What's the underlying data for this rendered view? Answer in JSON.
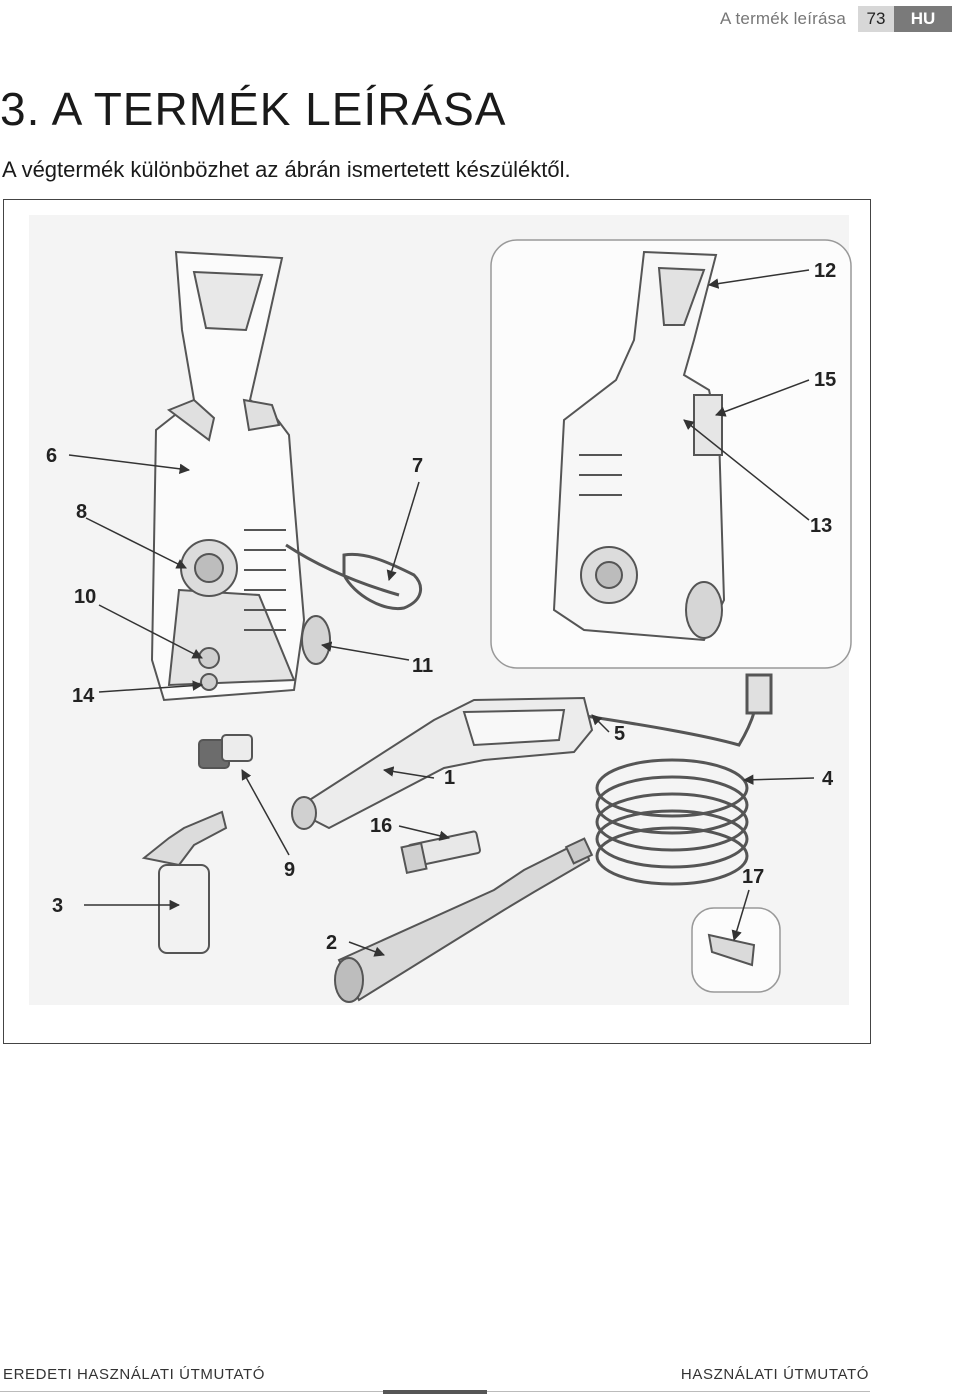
{
  "header": {
    "section_title": "A termék leírása",
    "page_number": "73",
    "language": "HU"
  },
  "title": "3. A TERMÉK LEÍRÁSA",
  "subtitle": "A végtermék különbözhet az ábrán ismertetett készüléktől.",
  "figure": {
    "callouts": [
      "1",
      "2",
      "3",
      "4",
      "5",
      "6",
      "7",
      "8",
      "9",
      "10",
      "11",
      "12",
      "13",
      "14",
      "15",
      "16",
      "17"
    ]
  },
  "footer": {
    "left": "EREDETI HASZNÁLATI ÚTMUTATÓ",
    "right": "HASZNÁLATI ÚTMUTATÓ"
  }
}
